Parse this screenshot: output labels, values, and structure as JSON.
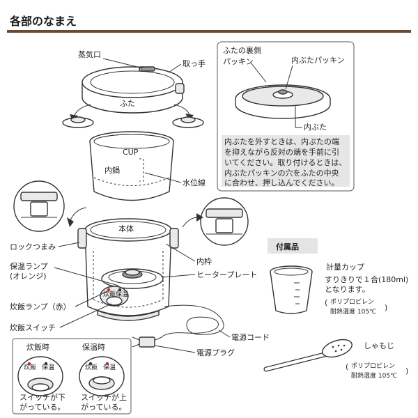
{
  "header": {
    "title": "各部のなまえ"
  },
  "lid": {
    "steam_vent": "蒸気口",
    "handle": "取っ手",
    "lid_label": "ふた"
  },
  "lid_back": {
    "title": "ふたの裏側",
    "packing": "パッキン",
    "inner_packing": "内ぶたパッキン",
    "inner_lid": "内ぶた",
    "note_lines": [
      "内ぶたを外すときは、内ぶたの端",
      "を抑えながら反対の端を手前に引",
      "いてください。取り付けるときは、",
      "内ぶたパッキンの穴をふたの中央",
      "に合わせ、押し込んでください。"
    ]
  },
  "pot": {
    "cup": "CUP",
    "inner_pot": "内鍋",
    "water_line": "水位線"
  },
  "body": {
    "body_label": "本体",
    "lock_knob": "ロックつまみ",
    "inner_frame": "内枠",
    "keep_warm_lamp": "保温ランプ",
    "keep_warm_lamp_sub": "(オレンジ)",
    "heater_plate": "ヒータープレート",
    "cook_lamp": "炊飯ランプ（赤）",
    "cook_switch": "炊飯スイッチ",
    "power_cord": "電源コード",
    "power_plug": "電源プラグ",
    "panel_cook": "炊飯",
    "panel_warm": "保温"
  },
  "modes": {
    "cooking": {
      "title": "炊飯時",
      "ind_cook": "炊飯",
      "ind_warm": "保温",
      "desc1": "スイッチが下",
      "desc2": "がっている。"
    },
    "warming": {
      "title": "保温時",
      "ind_cook": "炊飯",
      "ind_warm": "保温",
      "desc1": "スイッチが上",
      "desc2": "がっている。"
    }
  },
  "accessories": {
    "badge": "付属品",
    "cup_name": "計量カップ",
    "cup_desc1": "すりきりで１合(180ml)",
    "cup_desc2": "となります。",
    "cup_mat1": "ポリプロピレン",
    "cup_mat2": "耐熱温度 105℃",
    "spatula_name": "しゃもじ",
    "spatula_mat1": "ポリプロピレン",
    "spatula_mat2": "耐熱温度 105℃"
  },
  "colors": {
    "header_rule": "#6b4a35",
    "badge_bg": "#e4e4e4",
    "note_bg": "#e6e6e6",
    "lamp_red": "#d12a2a"
  }
}
